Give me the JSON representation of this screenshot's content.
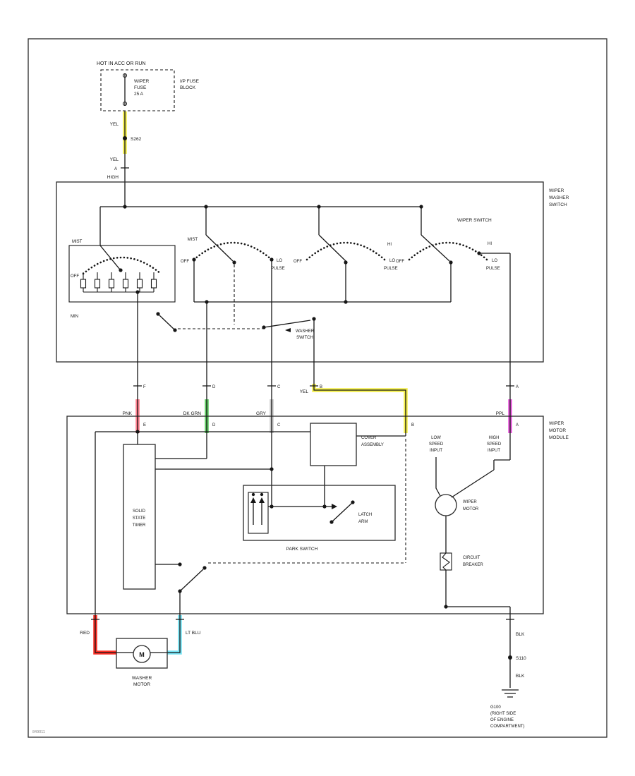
{
  "colors": {
    "yellow": "#f3ee49",
    "pink": "#fc7d8c",
    "dark_green": "#5ecb63",
    "gray": "#c9c9c9",
    "purple": "#e959dd",
    "red": "#fb2e24",
    "light_blue": "#77e3f4"
  },
  "power": {
    "hot": "HOT IN ACC OR RUN",
    "fuse": [
      "WIPER",
      "FUSE",
      "25 A"
    ],
    "fuse_block": [
      "I/P FUSE",
      "BLOCK"
    ],
    "wire_top": "YEL",
    "splice": "S262",
    "wire_bottom": "YEL",
    "pin": "A",
    "feed": "HIGH"
  },
  "wiper_washer_switch": {
    "name": [
      "WIPER",
      "WASHER",
      "SWITCH"
    ],
    "wiper_switch": "WIPER SWITCH",
    "washer_switch": [
      "WASHER",
      "SWITCH"
    ],
    "delay_min": "MIN",
    "wafer1": {
      "mist": "MIST",
      "off": "OFF"
    },
    "wafer2": {
      "mist": "MIST",
      "off": "OFF",
      "lo": "LO",
      "pulse": "PULSE"
    },
    "wafer3": {
      "hi": "HI",
      "off": "OFF",
      "lo": "LO",
      "pulse": "PULSE"
    },
    "wafer4": {
      "hi": "HI",
      "off": "OFF",
      "lo": "LO",
      "pulse": "PULSE"
    }
  },
  "harness": {
    "w1": {
      "pin_top": "F",
      "color": "PNK",
      "pin_bottom": "E"
    },
    "w2": {
      "pin_top": "D",
      "color": "DK GRN",
      "pin_bottom": "D"
    },
    "w3": {
      "pin_top": "C",
      "color": "GRY",
      "pin_bottom": "C"
    },
    "w4": {
      "pin_top": "B",
      "color": "YEL",
      "pin_bottom": "B"
    },
    "w5": {
      "pin_top": "A",
      "color": "PPL",
      "pin_bottom": "A"
    }
  },
  "wiper_motor_module": {
    "name": [
      "WIPER",
      "MOTOR",
      "MODULE"
    ],
    "timer": [
      "SOLID",
      "STATE",
      "TIMER"
    ],
    "cover": [
      "COVER",
      "ASSEMBLY"
    ],
    "park_switch": "PARK SWITCH",
    "latch_arm": [
      "LATCH",
      "ARM"
    ],
    "low_input": [
      "LOW",
      "SPEED",
      "INPUT"
    ],
    "high_input": [
      "HIGH",
      "SPEED",
      "INPUT"
    ],
    "wiper_motor": [
      "WIPER",
      "MOTOR"
    ],
    "circuit_breaker": [
      "CIRCUIT",
      "BREAKER"
    ]
  },
  "washer_motor": {
    "red": "RED",
    "lt_blu": "LT BLU",
    "m": "M",
    "name": [
      "WASHER",
      "MOTOR"
    ]
  },
  "ground": {
    "blk_top": "BLK",
    "splice": "S110",
    "blk_bottom": "BLK",
    "g100": [
      "G100",
      "(RIGHT SIDE",
      "OF ENGINE",
      "COMPARTMENT)"
    ]
  },
  "footer": {
    "code": "849011"
  }
}
